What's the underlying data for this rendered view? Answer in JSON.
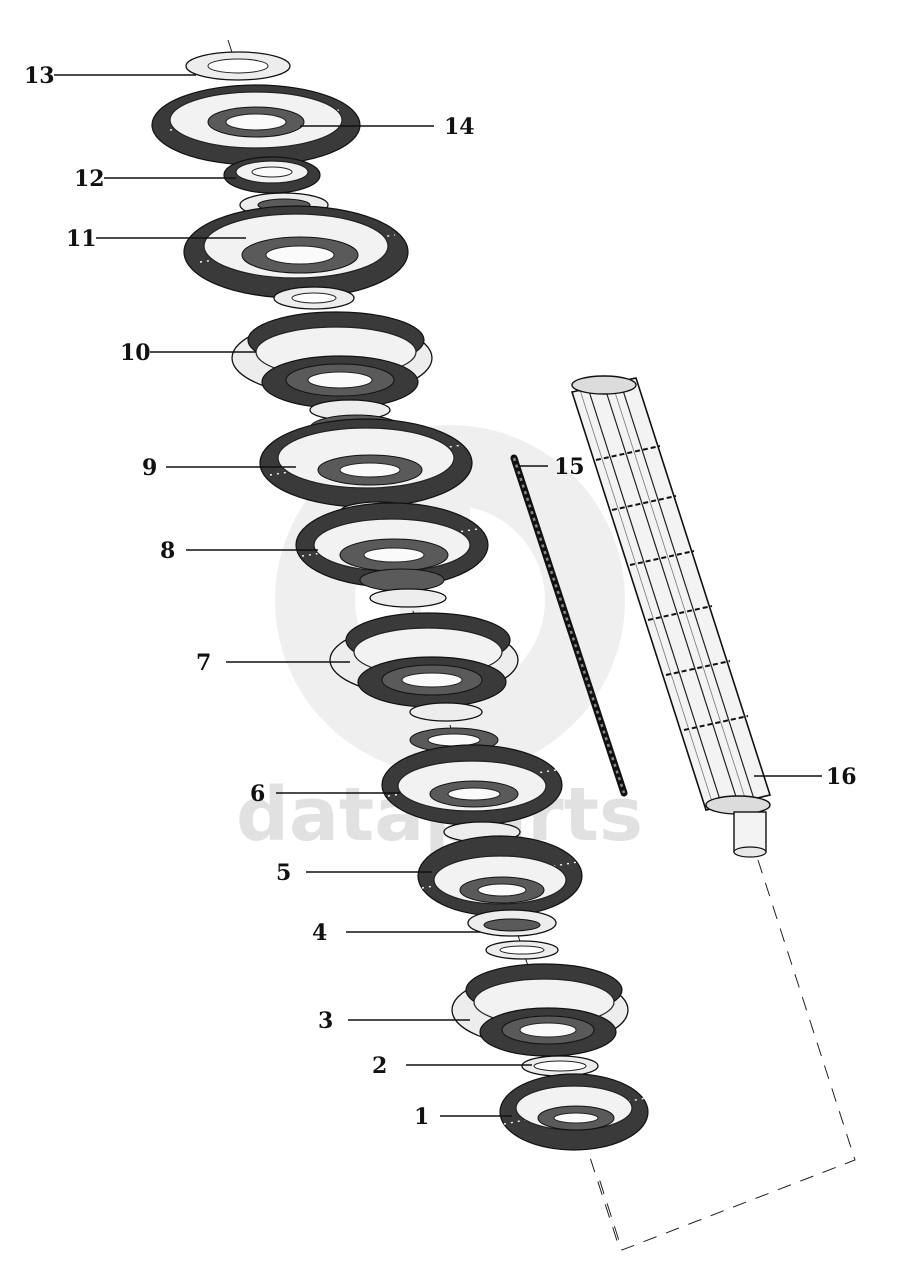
{
  "diagram": {
    "watermark": {
      "text": "dataparts"
    },
    "callouts": [
      {
        "id": "13",
        "label": "13"
      },
      {
        "id": "14",
        "label": "14"
      },
      {
        "id": "12",
        "label": "12"
      },
      {
        "id": "11",
        "label": "11"
      },
      {
        "id": "10",
        "label": "10"
      },
      {
        "id": "9",
        "label": "9"
      },
      {
        "id": "15",
        "label": "15"
      },
      {
        "id": "8",
        "label": "8"
      },
      {
        "id": "7",
        "label": "7"
      },
      {
        "id": "6",
        "label": "6"
      },
      {
        "id": "16",
        "label": "16"
      },
      {
        "id": "5",
        "label": "5"
      },
      {
        "id": "4",
        "label": "4"
      },
      {
        "id": "3",
        "label": "3"
      },
      {
        "id": "2",
        "label": "2"
      },
      {
        "id": "1",
        "label": "1"
      }
    ]
  }
}
